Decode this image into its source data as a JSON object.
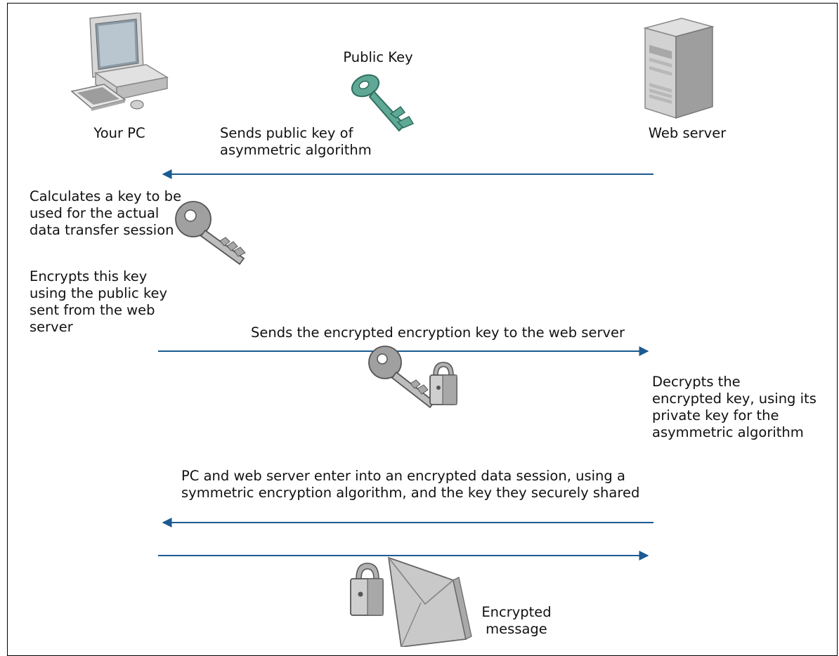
{
  "nodes": {
    "pc_label": "Your PC",
    "server_label": "Web server",
    "public_key_label": "Public Key"
  },
  "messages": {
    "send_public_key": "Sends public key of\nasymmetric algorithm",
    "calculates_key": "Calculates a key to be\nused for the actual\ndata transfer session",
    "encrypts_key": "Encrypts this key\nusing the public key\nsent from the web\nserver",
    "send_encrypted_key": "Sends the encrypted encryption key to the web server",
    "decrypts_key": "Decrypts the\nencrypted key, using its\nprivate key for the\nasymmetric algorithm",
    "symmetric_session": "PC and web server enter into an encrypted data session, using a\nsymmetric encryption algorithm, and the key they securely shared",
    "encrypted_message": "Encrypted\nmessage"
  },
  "icons": [
    "computer-icon",
    "server-icon",
    "public-key-icon",
    "session-key-icon",
    "locked-key-icon",
    "locked-envelope-icon"
  ],
  "colors": {
    "arrow": "#1b5a92",
    "public_key": "#5fa896",
    "gray_key": "#9a9a9a",
    "envelope": "#c9c9c9"
  }
}
